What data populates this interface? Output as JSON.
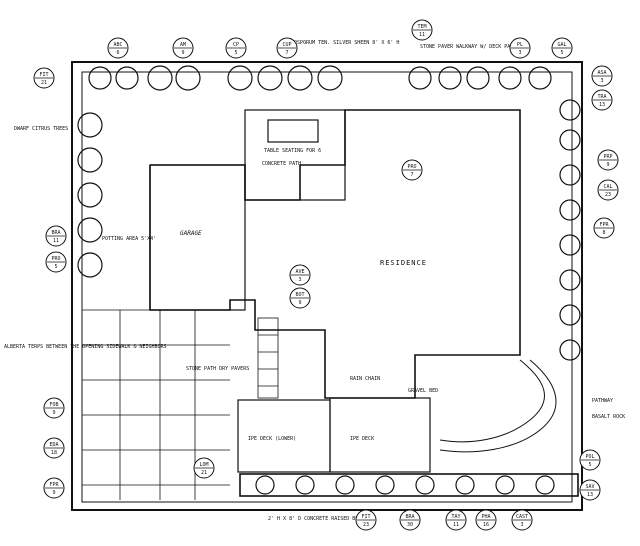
{
  "labels": {
    "residence": "RESIDENCE",
    "garage": "GARAGE",
    "concrete_path": "CONCRETE PATH",
    "table": "TABLE SEATING FOR 6",
    "trellis_top": "PITTOSPORUM TEN. SILVER SHEEN 8' X 6' H",
    "stone": "STONE PAVER WALKWAY W/ DECK PATTERN",
    "dwarf_citrus": "DWARF CITRUS TREES",
    "potting": "POTTING AREA 5'X4'",
    "wall_note": "ALBERTA TERPS BETWEEN THE OPENING SIDEWALK & NEIGHBORS",
    "deck_left": "IPE DECK (LOWER)",
    "deck_right": "IPE DECK",
    "raised_bed": "2' H X 8' D CONCRETE RAISED BED",
    "gravel": "GRAVEL BED",
    "pathway": "PATHWAY",
    "basalt": "BASALT ROCK",
    "stone_path": "STONE PATH DRY PAVERS",
    "rain_chain": "RAIN CHAIN"
  },
  "tags": [
    {
      "code": "ABC",
      "n": "6"
    },
    {
      "code": "AM",
      "n": "9"
    },
    {
      "code": "CP",
      "n": "5"
    },
    {
      "code": "CUP",
      "n": "7"
    },
    {
      "code": "PL",
      "n": "3"
    },
    {
      "code": "GAL",
      "n": "5"
    },
    {
      "code": "FIT",
      "n": "21"
    },
    {
      "code": "TEM",
      "n": "11"
    },
    {
      "code": "ASA",
      "n": "3"
    },
    {
      "code": "TRA",
      "n": "13"
    },
    {
      "code": "PRP",
      "n": "9"
    },
    {
      "code": "CAL",
      "n": "23"
    },
    {
      "code": "FPR",
      "n": "8"
    },
    {
      "code": "BRA",
      "n": "11"
    },
    {
      "code": "PRO",
      "n": "5"
    },
    {
      "code": "FOB",
      "n": "9"
    },
    {
      "code": "EDA",
      "n": "18"
    },
    {
      "code": "FPR",
      "n": "9"
    },
    {
      "code": "LOM",
      "n": "21"
    },
    {
      "code": "FIT",
      "n": "23"
    },
    {
      "code": "BRA",
      "n": "30"
    },
    {
      "code": "TAY",
      "n": "11"
    },
    {
      "code": "PHA",
      "n": "16"
    },
    {
      "code": "CAST",
      "n": "3"
    },
    {
      "code": "POL",
      "n": "5"
    },
    {
      "code": "SAV",
      "n": "13"
    },
    {
      "code": "AVE",
      "n": "3"
    },
    {
      "code": "BOT",
      "n": "9"
    },
    {
      "code": "PRO",
      "n": "7"
    }
  ]
}
